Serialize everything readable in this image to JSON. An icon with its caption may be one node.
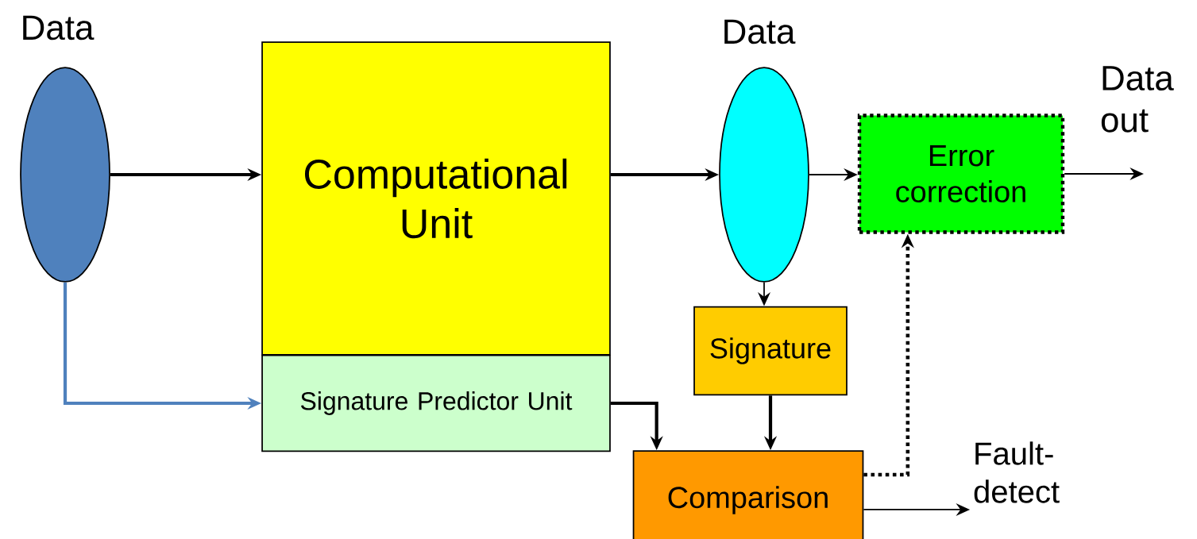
{
  "diagram": {
    "nodes": [
      {
        "text": [
          "Data"
        ]
      },
      {
        "text": [
          "Computational Unit"
        ]
      },
      {
        "text": [
          "Signature Predictor Unit"
        ]
      },
      {
        "text": [
          "Data"
        ]
      },
      {
        "text": [
          "Error correction"
        ]
      },
      {
        "text": [
          "Signature"
        ]
      },
      {
        "text": [
          "Comparison"
        ]
      },
      {
        "text": [
          "Data out"
        ]
      },
      {
        "text": [
          "Fault-detect"
        ]
      }
    ],
    "edges": [
      {
        "from": 0,
        "to": 1,
        "arrow": "to"
      },
      {
        "from": 1,
        "to": 3,
        "arrow": "to"
      },
      {
        "from": 3,
        "to": 4,
        "arrow": "to"
      },
      {
        "from": 4,
        "to": 7,
        "arrow": "to"
      },
      {
        "from": 0,
        "to": 2,
        "arrow": "to",
        "color": "#4f81bd"
      },
      {
        "from": 3,
        "to": 5,
        "arrow": "to"
      },
      {
        "from": 2,
        "to": 6,
        "arrow": "to"
      },
      {
        "from": 5,
        "to": 6,
        "arrow": "to"
      },
      {
        "from": 6,
        "to": 4,
        "arrow": "to",
        "style": "dashed"
      },
      {
        "from": 6,
        "to": 8,
        "arrow": "to"
      }
    ]
  }
}
